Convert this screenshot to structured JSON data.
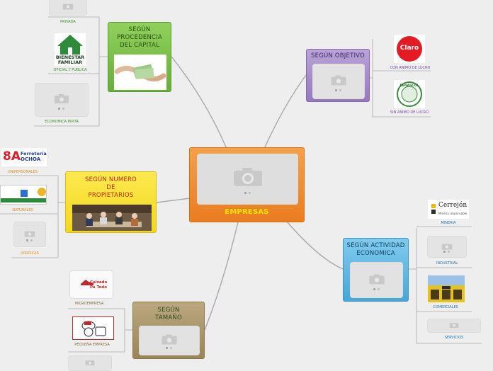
{
  "center": {
    "title": "EMPRESAS"
  },
  "branches": {
    "procedencia": {
      "title": "SEGÚN\nPROCEDENCIA\nDEL CAPITAL"
    },
    "objetivo": {
      "title": "SEGÚN OBJETIVO"
    },
    "propietarios": {
      "title": "SEGÚN NUMERO\nDE\nPROPIETARIOS"
    },
    "actividad": {
      "title": "SEGÚN ACTIVIDAD\nECONOMICA"
    },
    "tamano": {
      "title": "SEGÚN\nTAMAÑO"
    }
  },
  "leaves": {
    "privada": "PRIVADA",
    "oficial": "OFICIAL Y PUBLICA",
    "mixta": "ECONOMICA MIXTA",
    "con_animo": "CON ANIMO DE LUCRO",
    "sin_animo": "SIN ANIMO DE LUCRO",
    "unipersonales": "UNIPERSONALES",
    "naturales": "NATURALES",
    "juridicas": "JURIDICAS",
    "mineria": "MINERIA",
    "industrial": "INDUSTRIAL",
    "comerciales": "COMERCIALES",
    "servicios": "SERVICIOS",
    "micro": "MICROEMPRESA",
    "pequena": "PEQUEÑA EMPRESA"
  },
  "logos": {
    "bienestar_line1": "BIENESTAR",
    "bienestar_line2": "FAMILIAR",
    "claro": "Claro",
    "fenascol": "FENASCOL",
    "ferreteria_letters": "8A",
    "ferreteria_line1": "Ferretería",
    "ferreteria_line2": "OCHOA",
    "cerrejon": "Cerrejón",
    "cerrejon_sub": "Minería responsable",
    "calzado_line1": "Calzado",
    "calzado_line2": "Pa Todo"
  },
  "colors": {
    "center": "#f08a2b",
    "procedencia": "#7cbf4a",
    "objetivo": "#a48ec6",
    "propietarios": "#f7e23a",
    "actividad": "#5fb8e0",
    "tamano": "#a8946a",
    "line": "#a9a9a9"
  }
}
